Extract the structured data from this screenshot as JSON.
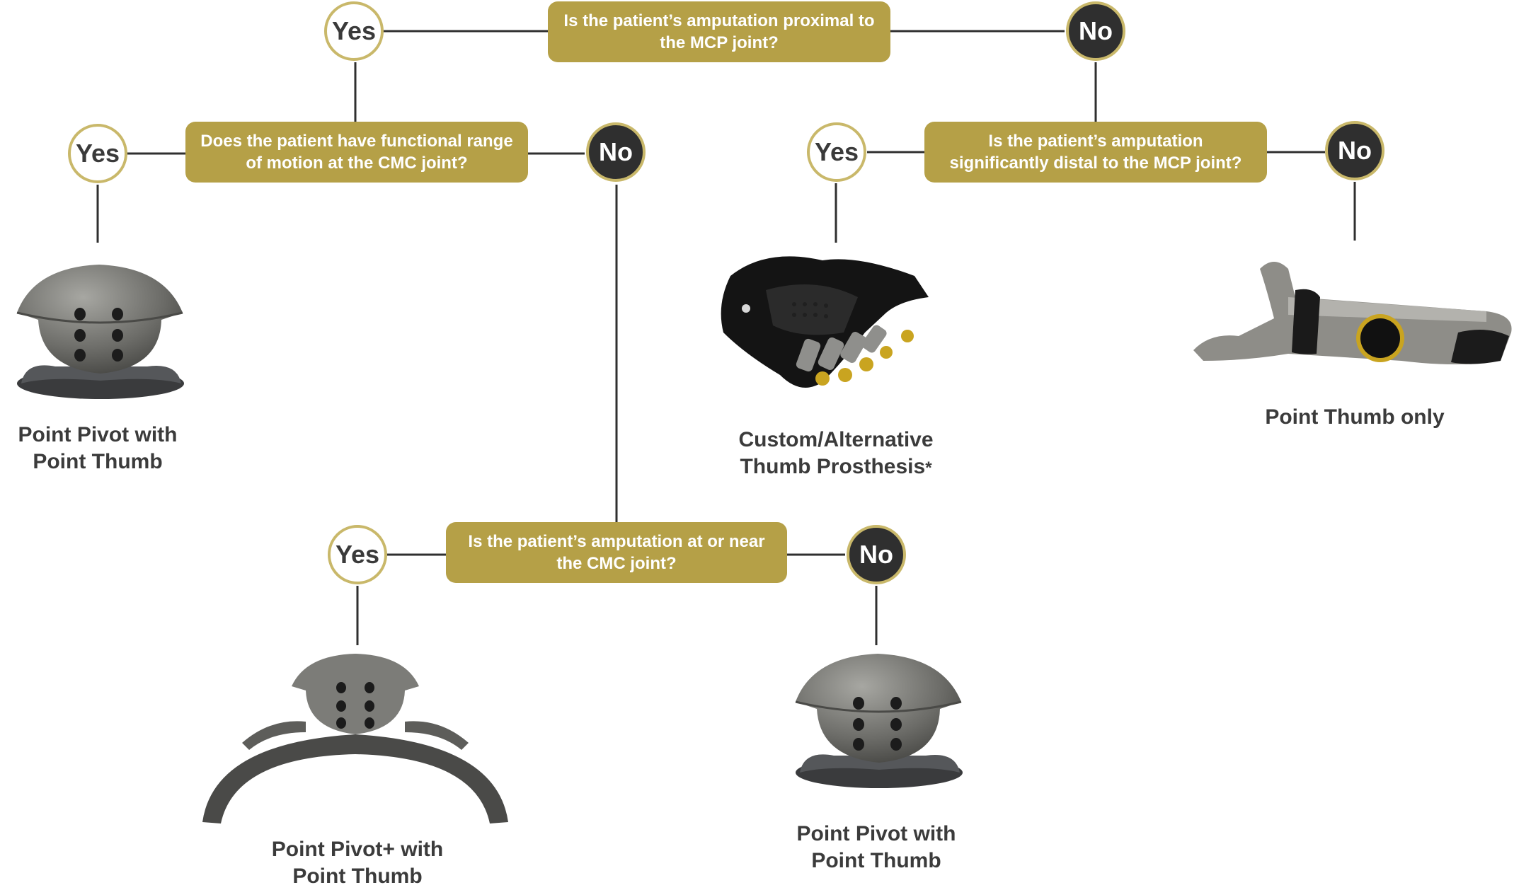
{
  "colors": {
    "question_fill": "#b5a047",
    "circle_border": "#c9b86a",
    "no_fill": "#2f2f2f",
    "line": "#2f2f2f",
    "text": "#3b3b3b"
  },
  "questions": {
    "q1": "Is the patient’s amputation proximal to\nthe MCP joint?",
    "q2": "Does the patient have functional range\nof motion at the CMC joint?",
    "q3": "Is the patient’s amputation\nsignificantly distal to the MCP joint?",
    "q4": "Is the patient’s amputation at or near\nthe CMC joint?"
  },
  "answers": {
    "yes": "Yes",
    "no": "No"
  },
  "outcomes": {
    "o1": "Point Pivot with\nPoint Thumb",
    "o2": "Custom/Alternative\nThumb Prosthesis",
    "o2_mark": "*",
    "o3": "Point Thumb only",
    "o4": "Point Pivot+ with\nPoint Thumb",
    "o5": "Point Pivot with\nPoint Thumb"
  },
  "product_images": [
    "point-pivot-dome",
    "prosthetic-glove-hand",
    "point-thumb-device",
    "point-pivot-plus-arch",
    "point-pivot-dome"
  ]
}
